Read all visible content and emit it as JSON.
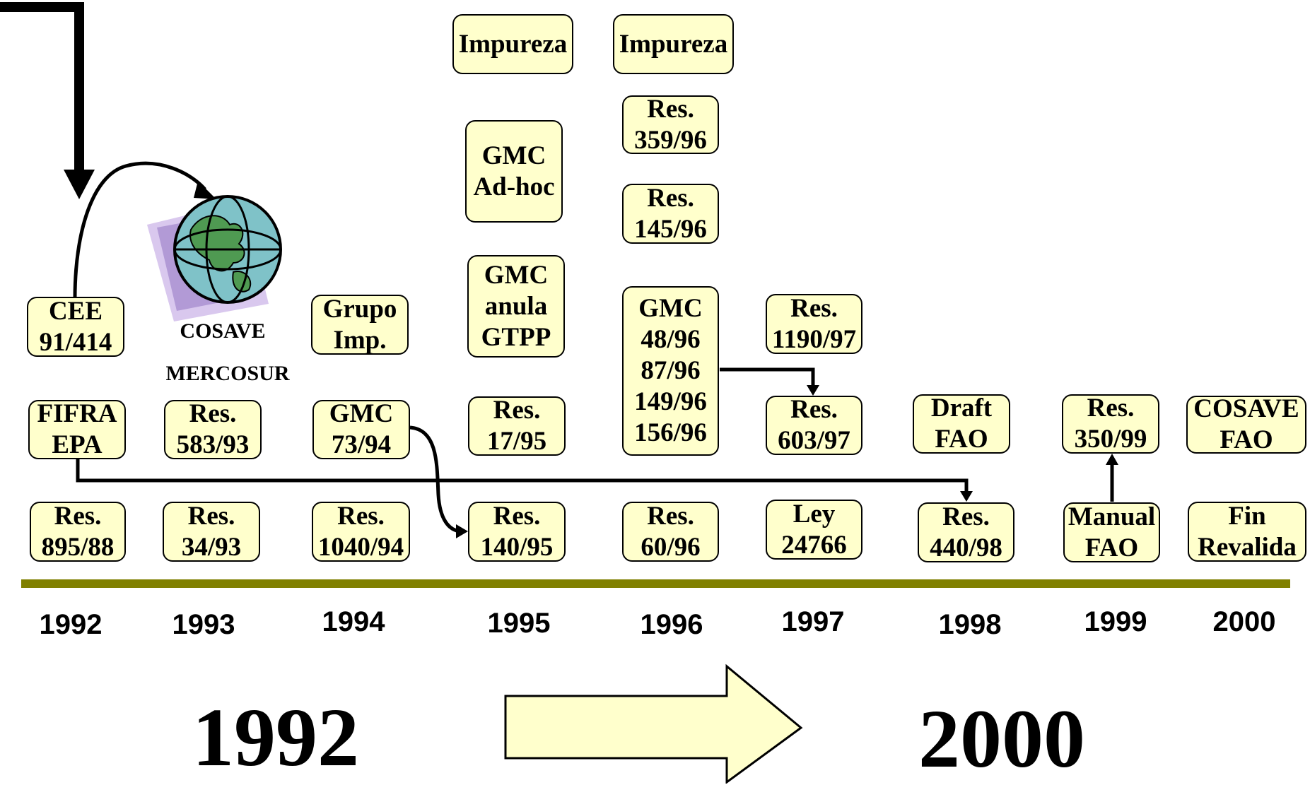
{
  "boxes": {
    "impureza_1995": "Impureza",
    "impureza_1996": "Impureza",
    "res_359_96": "Res.\n359/96",
    "gmc_adhoc": "GMC\nAd-hoc",
    "res_145_96": "Res.\n145/96",
    "gmc_anula_gtpp": "GMC\nanula\nGTPP",
    "cee_91_414": "CEE\n91/414",
    "grupo_imp": "Grupo\nImp.",
    "gmc_multi_96": "GMC\n48/96\n87/96\n149/96\n156/96",
    "res_1190_97": "Res.\n1190/97",
    "fifra_epa": "FIFRA\nEPA",
    "res_583_93": "Res.\n583/93",
    "gmc_73_94": "GMC\n73/94",
    "res_17_95": "Res.\n17/95",
    "res_603_97": "Res.\n603/97",
    "draft_fao": "Draft\nFAO",
    "res_350_99": "Res.\n350/99",
    "cosave_fao": "COSAVE\nFAO",
    "res_895_88": "Res.\n895/88",
    "res_34_93": "Res.\n34/93",
    "res_1040_94": "Res.\n1040/94",
    "res_140_95": "Res.\n140/95",
    "res_60_96": "Res.\n60/96",
    "ley_24766": "Ley\n24766",
    "res_440_98": "Res.\n440/98",
    "manual_fao": "Manual\nFAO",
    "fin_revalida": "Fin\nRevalida"
  },
  "labels": {
    "cosave": "COSAVE",
    "mercosur": "MERCOSUR"
  },
  "timeline": {
    "years": [
      "1992",
      "1993",
      "1994",
      "1995",
      "1996",
      "1997",
      "1998",
      "1999",
      "2000"
    ],
    "start_label": "1992",
    "end_label": "2000"
  },
  "colors": {
    "box_fill": "#ffffcc",
    "timeline_bar": "#808000",
    "arrow_fill": "#ffffcc"
  },
  "icons": {
    "globe": "globe-icon"
  }
}
